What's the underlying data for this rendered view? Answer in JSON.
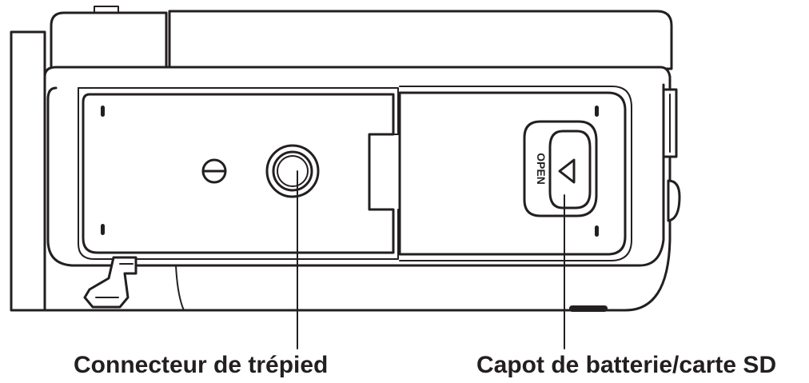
{
  "labels": {
    "tripod": "Connecteur de trépied",
    "battery": "Capot de batterie/carte SD"
  },
  "cover_text": "OPEN",
  "colors": {
    "line": "#231f20",
    "background": "#ffffff"
  }
}
